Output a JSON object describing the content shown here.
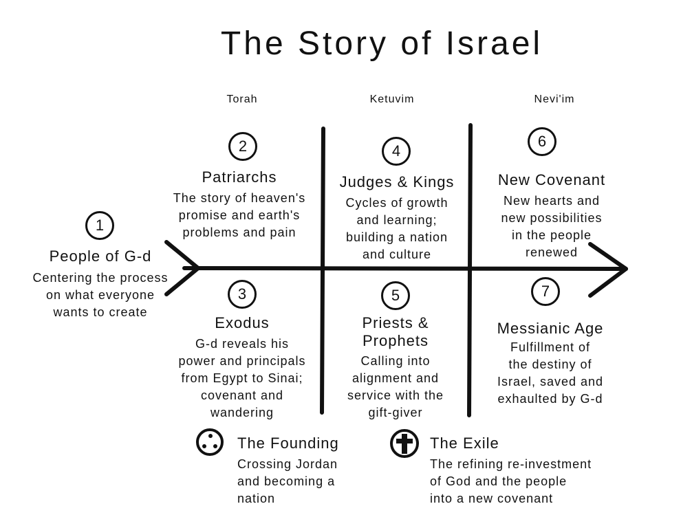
{
  "title": "The Story of Israel",
  "sections": [
    "Torah",
    "Ketuvim",
    "Nevi'im"
  ],
  "stages": [
    {
      "num": "1",
      "title": "People of G-d",
      "desc": [
        "Centering the process",
        "on what everyone",
        "wants to create"
      ]
    },
    {
      "num": "2",
      "title": "Patriarchs",
      "desc": [
        "The story of heaven's",
        "promise and earth's",
        "problems and pain"
      ]
    },
    {
      "num": "3",
      "title": "Exodus",
      "desc": [
        "G-d reveals his",
        "power and principals",
        "from Egypt to Sinai;",
        "covenant and",
        "wandering"
      ]
    },
    {
      "num": "4",
      "title": "Judges & Kings",
      "desc": [
        "Cycles of growth",
        "and learning;",
        "building a nation",
        "and culture"
      ]
    },
    {
      "num": "5",
      "title": [
        "Priests &",
        "Prophets"
      ],
      "desc": [
        "Calling into",
        "alignment and",
        "service with the",
        "gift-giver"
      ]
    },
    {
      "num": "6",
      "title": "New Covenant",
      "desc": [
        "New hearts and",
        "new possibilities",
        "in the people",
        "renewed"
      ]
    },
    {
      "num": "7",
      "title": "Messianic Age",
      "desc": [
        "Fulfillment of",
        "the destiny of",
        "Israel, saved and",
        "exhaulted by G-d"
      ]
    }
  ],
  "transitions": [
    {
      "icon": "three-dots-circle-icon",
      "title": "The Founding",
      "desc": [
        "Crossing Jordan",
        "and becoming a",
        "nation"
      ]
    },
    {
      "icon": "cross-circle-icon",
      "title": "The Exile",
      "desc": [
        "The refining re-investment",
        "of God and the people",
        "into a new covenant"
      ]
    }
  ]
}
